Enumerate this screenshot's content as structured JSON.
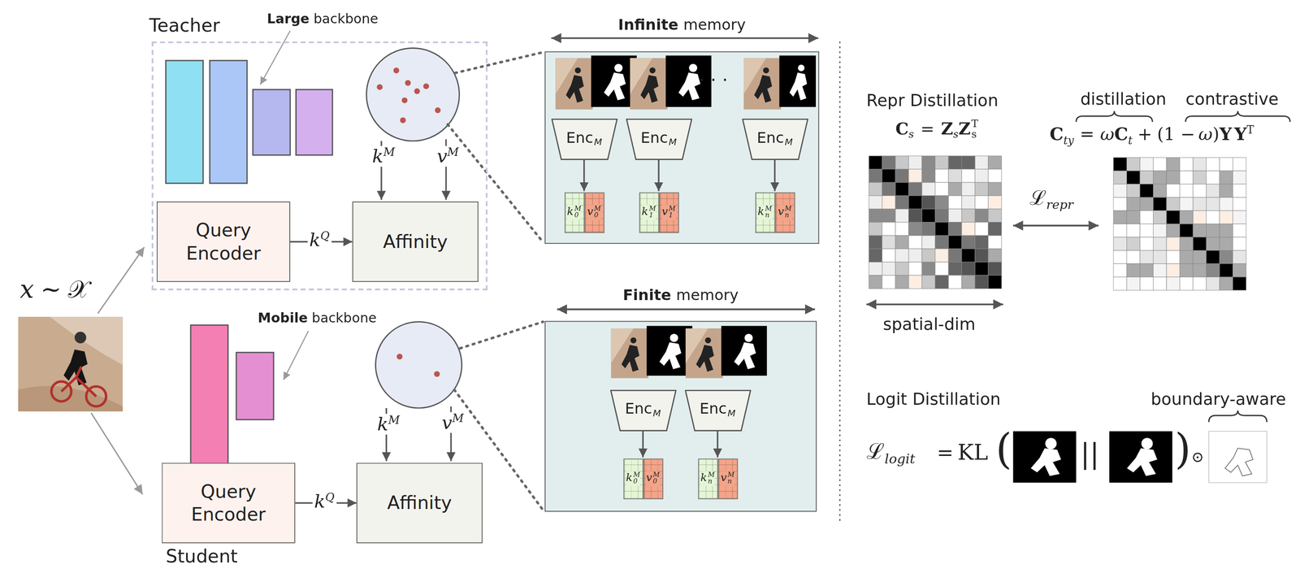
{
  "diagram": {
    "nodes": [
      {
        "text": [
          "Teacher"
        ]
      },
      {
        "text": [
          "Query Encoder"
        ],
        "in": 0
      },
      {
        "text": [
          "Affinity"
        ],
        "in": 0
      },
      {
        "text": [
          "Infinite",
          "memory"
        ]
      },
      {
        "text": [
          "Enc",
          "M"
        ],
        "in": 3
      },
      {
        "text": [
          "k",
          "0",
          "M"
        ],
        "in": 3
      },
      {
        "text": [
          "v",
          "0",
          "M"
        ],
        "in": 3
      },
      {
        "text": [
          "Enc",
          "M"
        ],
        "in": 3
      },
      {
        "text": [
          "k",
          "1",
          "M"
        ],
        "in": 3
      },
      {
        "text": [
          "v",
          "1",
          "M"
        ],
        "in": 3
      },
      {
        "text": [
          "Enc",
          "M"
        ],
        "in": 3
      },
      {
        "text": [
          "k",
          "n",
          "M"
        ],
        "in": 3
      },
      {
        "text": [
          "v",
          "n",
          "M"
        ],
        "in": 3
      },
      {
        "text": [
          "Query Encoder"
        ]
      },
      {
        "text": [
          "Affinity"
        ]
      },
      {
        "text": [
          "Finite",
          "memory"
        ]
      },
      {
        "text": [
          "Enc",
          "M"
        ],
        "in": 15
      },
      {
        "text": [
          "k",
          "0",
          "M"
        ],
        "in": 15
      },
      {
        "text": [
          "v",
          "0",
          "M"
        ],
        "in": 15
      },
      {
        "text": [
          "Enc",
          "M"
        ],
        "in": 15
      },
      {
        "text": [
          "k",
          "n",
          "M"
        ],
        "in": 15
      },
      {
        "text": [
          "v",
          "n",
          "M"
        ],
        "in": 15
      }
    ],
    "edges": [
      {
        "from": 1,
        "to": 2,
        "arrow": "to"
      },
      {
        "from": 4,
        "to": 5,
        "arrow": "to"
      },
      {
        "from": 7,
        "to": 8,
        "arrow": "to"
      },
      {
        "from": 10,
        "to": 11,
        "arrow": "to"
      },
      {
        "from": 13,
        "to": 14,
        "arrow": "to"
      },
      {
        "from": 16,
        "to": 17,
        "arrow": "to"
      },
      {
        "from": 19,
        "to": 20,
        "arrow": "to"
      }
    ],
    "labels": [
      "Large",
      "backbone",
      "k",
      "M",
      "v",
      "M",
      "k",
      "Q",
      "· · ·",
      "Mobile",
      "backbone",
      "k",
      "M",
      "v",
      "M",
      "k",
      "Q",
      "Student",
      "x",
      "∼",
      "𝒳",
      "Repr Distillation",
      "C",
      "s",
      "=",
      "Z",
      "s",
      "Z",
      "s",
      "T",
      "spatial-dim",
      "distillation",
      "contrastive",
      "C",
      "ty",
      "=",
      "ω",
      "C",
      "t",
      "+",
      "(1 −",
      "ω",
      ")",
      "Y",
      "Y",
      "T",
      "ℒ",
      "repr",
      "Logit Distillation",
      "boundary-aware",
      "ℒ",
      "logit",
      "=",
      "KL",
      "(",
      "||",
      ")",
      "⊙"
    ]
  }
}
